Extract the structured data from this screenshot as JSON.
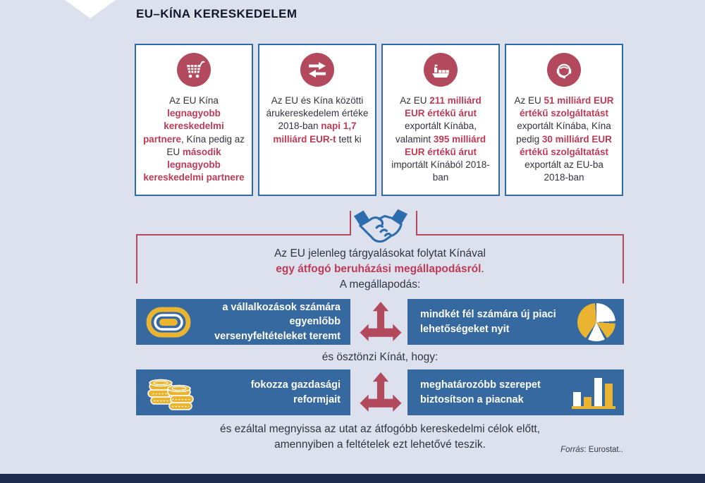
{
  "header": {
    "title": "EU–KÍNA KERESKEDELEM"
  },
  "stat_boxes": [
    {
      "icon": "shopping-cart",
      "segments": [
        {
          "t": "Az EU Kína "
        },
        {
          "t": "legnagyobb kereskedelmi partnere",
          "red": true
        },
        {
          "t": ", Kína pedig az EU "
        },
        {
          "t": "második legnagyobb kereskedelmi partnere",
          "red": true
        }
      ]
    },
    {
      "icon": "exchange-arrows",
      "segments": [
        {
          "t": "Az EU és Kína közötti árukereskedelem értéke 2018-ban "
        },
        {
          "t": "napi 1,7 milliárd EUR-t",
          "red": true
        },
        {
          "t": " tett ki"
        }
      ]
    },
    {
      "icon": "cargo-ship",
      "segments": [
        {
          "t": "Az EU "
        },
        {
          "t": "211 milliárd EUR értékű árut",
          "red": true
        },
        {
          "t": " exportált Kínába, valamint "
        },
        {
          "t": "395 milliárd EUR értékű árut",
          "red": true
        },
        {
          "t": " importált Kínából 2018-ban"
        }
      ]
    },
    {
      "icon": "support-headset",
      "segments": [
        {
          "t": "Az EU "
        },
        {
          "t": "51 milliárd EUR értékű szolgáltatást",
          "red": true
        },
        {
          "t": " exportált Kínába, Kína pedig "
        },
        {
          "t": "30 milliárd EUR értékű szolgáltatást",
          "red": true
        },
        {
          "t": " exportált az EU-ba 2018-ban"
        }
      ]
    }
  ],
  "agreement": {
    "icon": "handshake",
    "line1": "Az EU jelenleg tárgyalásokat folytat Kínával",
    "line2_segments": [
      {
        "t": "egy átfogó beruházási megállapodásról",
        "red": true
      },
      {
        "t": "."
      }
    ],
    "line3": "A megállapodás:"
  },
  "benefit_rows": [
    {
      "left": {
        "icon": "stadium-track",
        "text": "a vállalkozások számára egyenlőbb versenyfeltételeket teremt"
      },
      "right": {
        "icon": "pie-chart",
        "text": "mindkét fél számára új piaci lehetőségeket nyit"
      }
    },
    {
      "left": {
        "icon": "coins",
        "text": "fokozza gazdasági reformjait"
      },
      "right": {
        "icon": "bar-chart",
        "text": "meghatározóbb szerepet biztosítson a piacnak"
      }
    }
  ],
  "between_rows_text": "és ösztönzi Kínát, hogy:",
  "closing": {
    "line1": "és ezáltal megnyissa az utat az átfogóbb kereskedelmi célok előtt,",
    "line2": "amennyiben a feltételek ezt lehetővé teszik."
  },
  "source": {
    "label": "Forrás",
    "rest": ": Eurostat.."
  },
  "colors": {
    "background": "#dde1ee",
    "box_border_blue": "#2f6ba8",
    "panel_blue": "#35699f",
    "accent_red": "#b2495c",
    "text_red": "#bf3a55",
    "accent_yellow": "#eab431",
    "handshake_blue": "#2e6dad",
    "dark_text": "#33333f",
    "footer_navy": "#1c2b4e"
  }
}
